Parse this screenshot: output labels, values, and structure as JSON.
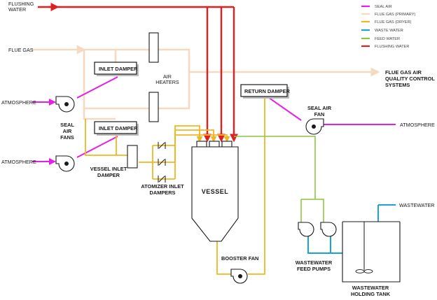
{
  "colors": {
    "seal_air": "#e61ee6",
    "flue_gas_primary": "#f5d9c0",
    "flue_gas_dryer": "#f2b620",
    "waste_water": "#1aa3d9",
    "feed_water": "#8cc63f",
    "flushing_water": "#e02020"
  },
  "legend": [
    {
      "key": "seal_air",
      "label": "SEAL AIR",
      "color": "#e61ee6"
    },
    {
      "key": "flue_gas_primary",
      "label": "FLUE GAS (PRIMARY)",
      "color": "#f5d9c0"
    },
    {
      "key": "flue_gas_dryer",
      "label": "FLUE GAS (DRYER)",
      "color": "#f2b620"
    },
    {
      "key": "waste_water",
      "label": "WASTE WATER",
      "color": "#1aa3d9"
    },
    {
      "key": "feed_water",
      "label": "FEED WATER",
      "color": "#8cc63f"
    },
    {
      "key": "flushing_water",
      "label": "FLUSHING WATER",
      "color": "#e02020"
    }
  ],
  "labels": {
    "flushing_water_1": "FLUSHING",
    "flushing_water_2": "WATER",
    "flue_gas": "FLUE GAS",
    "atmosphere_top": "ATMOSPHERE",
    "atmosphere_bottom": "ATMOSPHERE",
    "atmosphere_right": "ATMOSPHERE",
    "inlet_damper_top": "INLET DAMPER",
    "inlet_damper_bottom": "INLET DAMPER",
    "air_heaters_1": "AIR",
    "air_heaters_2": "HEATERS",
    "seal_air_fans_1": "SEAL",
    "seal_air_fans_2": "AIR",
    "seal_air_fans_3": "FANS",
    "vessel_inlet_damper_1": "VESSEL INLET",
    "vessel_inlet_damper_2": "DAMPER",
    "atomizer_inlet_dampers_1": "ATOMIZER INLET",
    "atomizer_inlet_dampers_2": "DAMPERS",
    "vessel": "VESSEL",
    "return_damper": "RETURN DAMPER",
    "flue_gas_aqcs_1": "FLUE GAS AIR",
    "flue_gas_aqcs_2": "QUALITY CONTROL",
    "flue_gas_aqcs_3": "SYSTEMS",
    "seal_air_fan_1": "SEAL AIR",
    "seal_air_fan_2": "FAN",
    "booster_fan": "BOOSTER FAN",
    "wastewater": "WASTEWATER",
    "wastewater_feed_pumps_1": "WASTEWATER",
    "wastewater_feed_pumps_2": "FEED PUMPS",
    "wastewater_holding_tank_1": "WASTEWATER",
    "wastewater_holding_tank_2": "HOLDING TANK"
  }
}
